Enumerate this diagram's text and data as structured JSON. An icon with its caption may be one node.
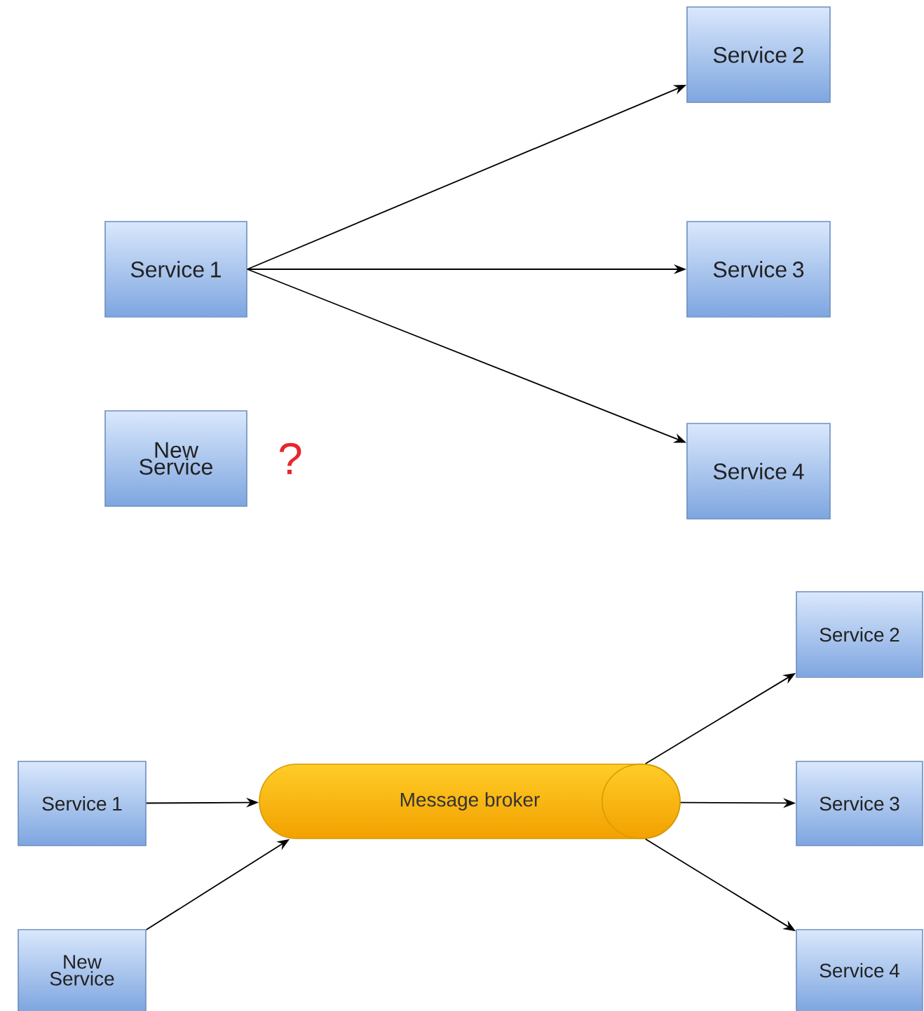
{
  "diagram": {
    "nodes": [
      {
        "text": [
          "Service 1"
        ]
      },
      {
        "text": [
          "Service 2"
        ]
      },
      {
        "text": [
          "Service 3"
        ]
      },
      {
        "text": [
          "Service 4"
        ]
      },
      {
        "text": [
          "New Service"
        ]
      },
      {
        "text": [
          "Service 1"
        ]
      },
      {
        "text": [
          "New Service"
        ]
      },
      {
        "text": [
          "Message broker"
        ]
      },
      {
        "text": [
          "Service 2"
        ]
      },
      {
        "text": [
          "Service 3"
        ]
      },
      {
        "text": [
          "Service 4"
        ]
      }
    ],
    "edges": [
      {
        "from": 0,
        "to": 1,
        "arrow": "to"
      },
      {
        "from": 0,
        "to": 2,
        "arrow": "to"
      },
      {
        "from": 0,
        "to": 3,
        "arrow": "to"
      },
      {
        "from": 5,
        "to": 7,
        "arrow": "to"
      },
      {
        "from": 6,
        "to": 7,
        "arrow": "to"
      },
      {
        "from": 7,
        "to": 8,
        "arrow": "to"
      },
      {
        "from": 7,
        "to": 9,
        "arrow": "to"
      },
      {
        "from": 7,
        "to": 10,
        "arrow": "to"
      }
    ],
    "labels": [
      "?"
    ]
  }
}
